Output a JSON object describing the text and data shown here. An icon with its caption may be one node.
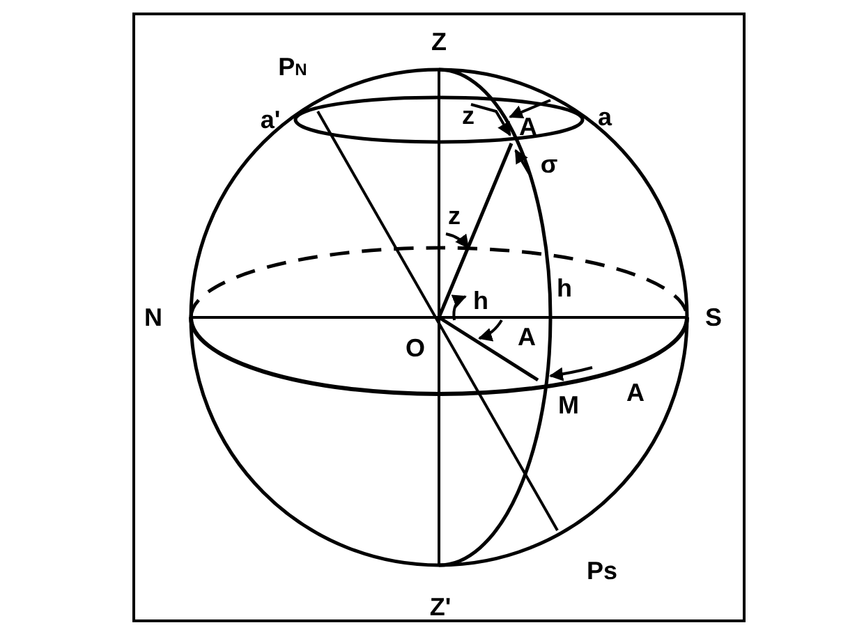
{
  "diagram": {
    "labels": [
      "Z",
      "P$_{N}$",
      "a'",
      "z",
      "A",
      "a",
      "σ",
      "z",
      "N",
      "h",
      "h",
      "S",
      "O",
      "A",
      "M",
      "A",
      "Ps",
      "Z'"
    ]
  }
}
